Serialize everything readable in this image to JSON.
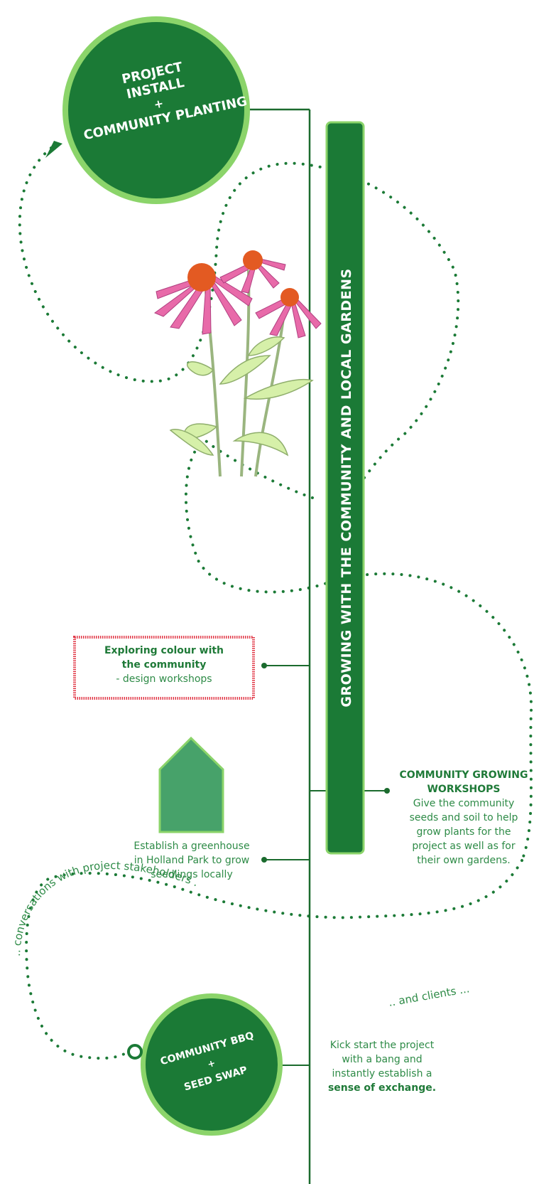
{
  "badge_install": {
    "line1": "PROJECT",
    "line2": "INSTALL",
    "plus": "+",
    "line3": "COMMUNITY PLANTING"
  },
  "vertical_banner": {
    "text": "GROWING WITH THE COMMUNITY AND LOCAL GARDENS"
  },
  "exploring_box": {
    "title_line1": "Exploring colour with",
    "title_line2": "the community",
    "subtitle": "- design workshops"
  },
  "workshops": {
    "title_line1": "COMMUNITY GROWING",
    "title_line2": "WORKSHOPS",
    "body": [
      "Give the community",
      "seeds and soil to help",
      "grow plants for the",
      "project as well as for",
      "their own gardens."
    ]
  },
  "greenhouse": {
    "lines": [
      "Establish a greenhouse",
      "in Holland Park to grow",
      "seedlings locally"
    ]
  },
  "conversations": {
    "curve_text": ".. conversations with project stakeholders ...",
    "clients_text": ".. and clients ..."
  },
  "badge_bbq": {
    "line1": "COMMUNITY BBQ",
    "plus": "+",
    "line2": "SEED SWAP"
  },
  "kickstart": {
    "lines": [
      "Kick start the project",
      "with a bang and",
      "instantly establish  a"
    ],
    "bold_line": "sense of exchange."
  },
  "colors": {
    "dark_green": "#1b7a36",
    "mid_green": "#2e8b47",
    "light_green": "#8bd46a",
    "greenhouse": "#47a26a",
    "pink_dash": "#e23b4a"
  }
}
